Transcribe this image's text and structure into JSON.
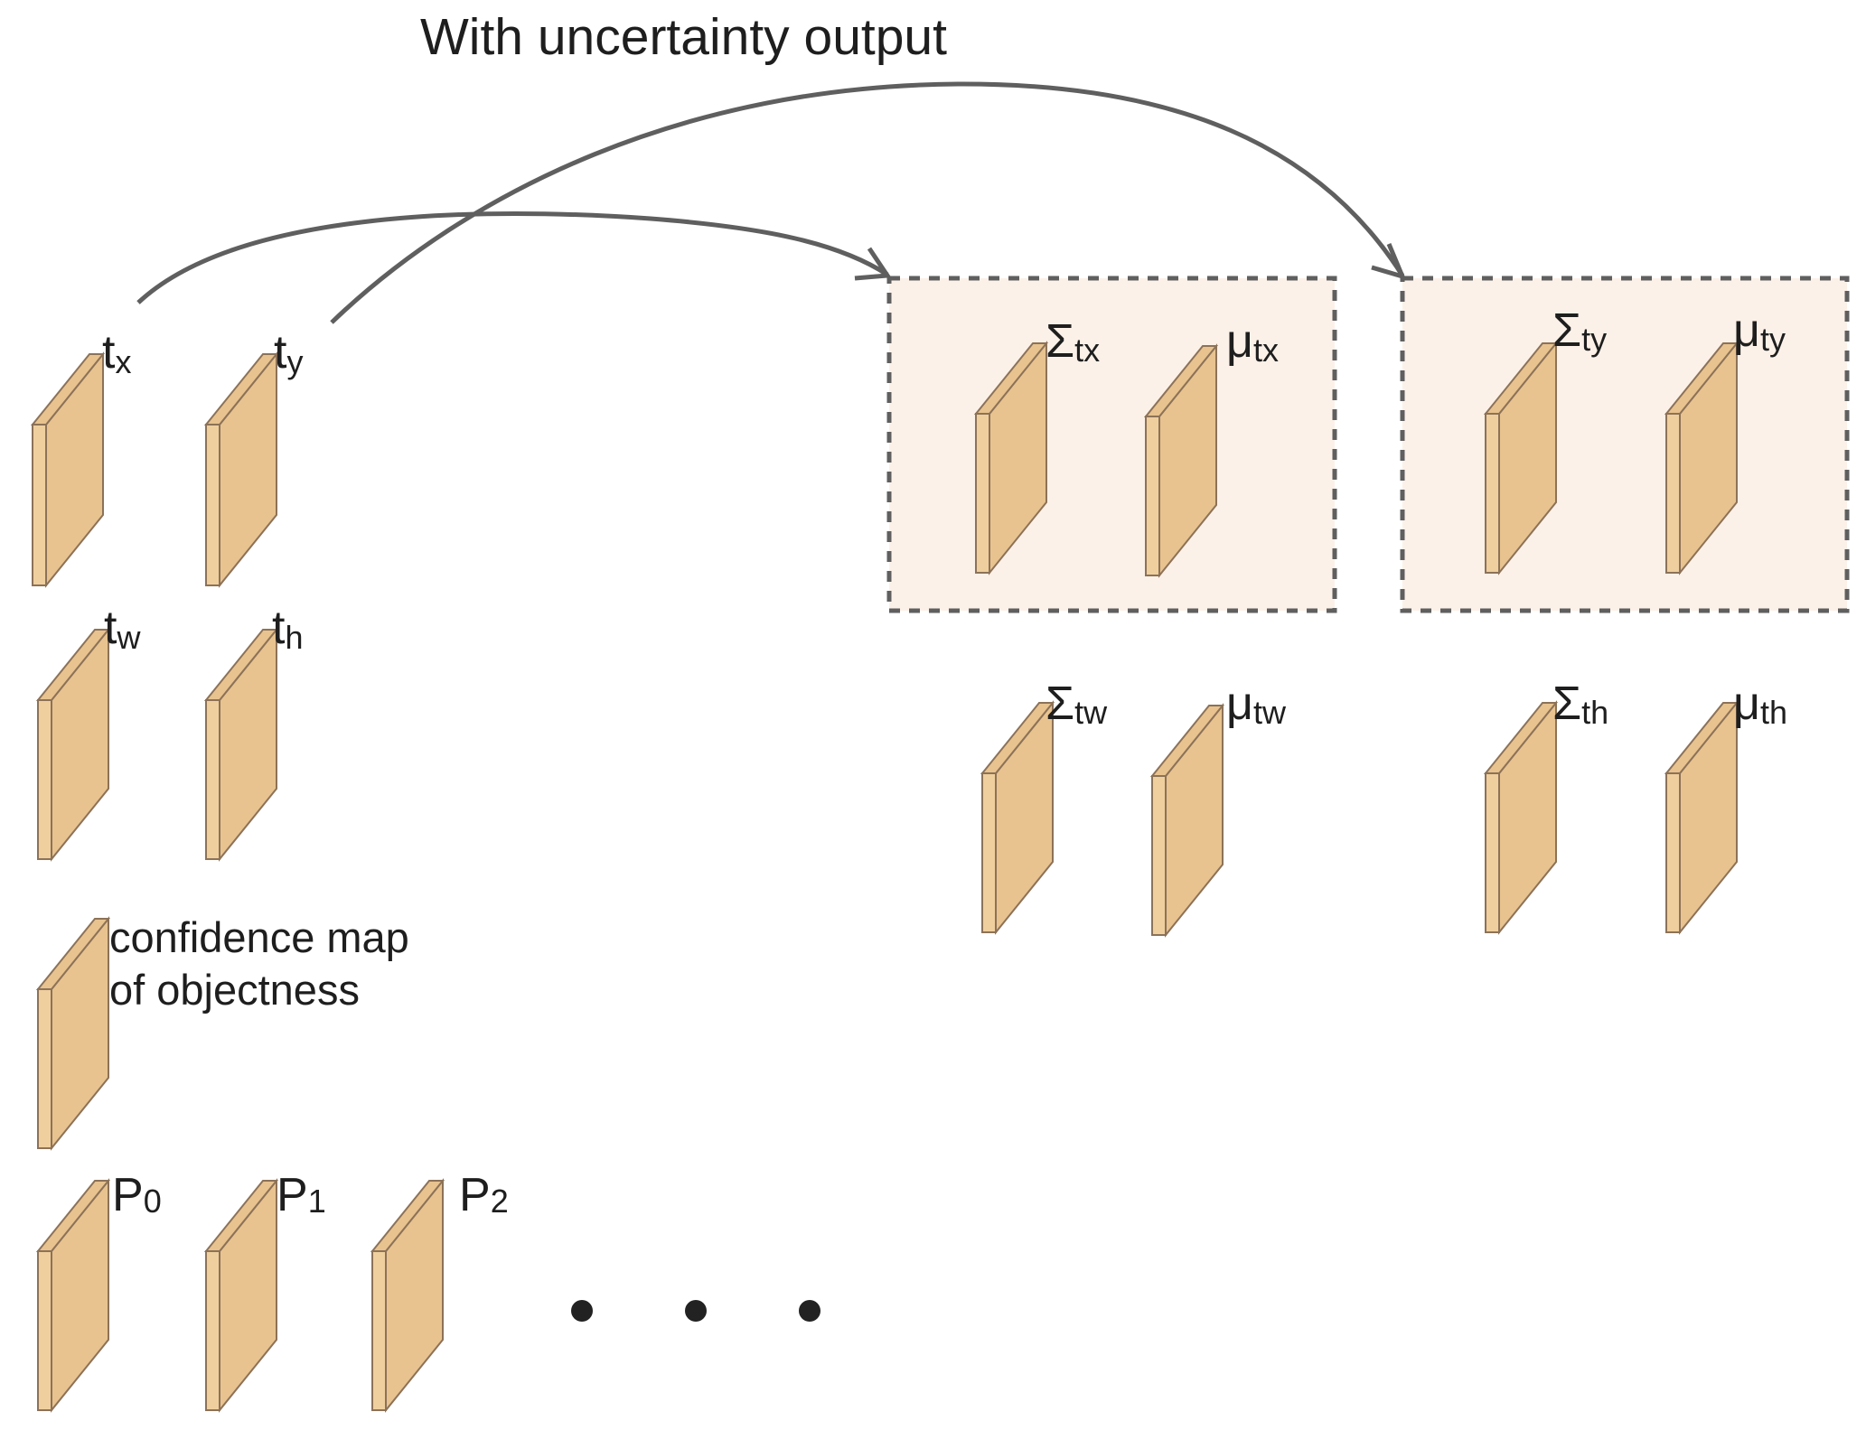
{
  "title": "With uncertainty output",
  "colors": {
    "slab_fill": "#efcf9e",
    "slab_edge": "#8c7258",
    "group_fill": "#fcf1e8",
    "group_border": "#5f5f5f",
    "arrow": "#5f5f5f",
    "dots": "#222222"
  },
  "outputs": {
    "tx": {
      "base": "t",
      "sub": "x"
    },
    "ty": {
      "base": "t",
      "sub": "y"
    },
    "tw": {
      "base": "t",
      "sub": "w"
    },
    "th": {
      "base": "t",
      "sub": "h"
    },
    "confidence": {
      "line1": "confidence map",
      "line2": "of objectness"
    },
    "p0": {
      "base": "P",
      "sub": "0"
    },
    "p1": {
      "base": "P",
      "sub": "1"
    },
    "p2": {
      "base": "P",
      "sub": "2"
    }
  },
  "uncertainty": {
    "sigma_tx": {
      "base": "Σ",
      "sub": "tx"
    },
    "mu_tx": {
      "base": "μ",
      "sub": "tx"
    },
    "sigma_ty": {
      "base": "Σ",
      "sub": "ty"
    },
    "mu_ty": {
      "base": "μ",
      "sub": "ty"
    },
    "sigma_tw": {
      "base": "Σ",
      "sub": "tw"
    },
    "mu_tw": {
      "base": "μ",
      "sub": "tw"
    },
    "sigma_th": {
      "base": "Σ",
      "sub": "th"
    },
    "mu_th": {
      "base": "μ",
      "sub": "th"
    }
  },
  "ellipsis_dots": 3
}
